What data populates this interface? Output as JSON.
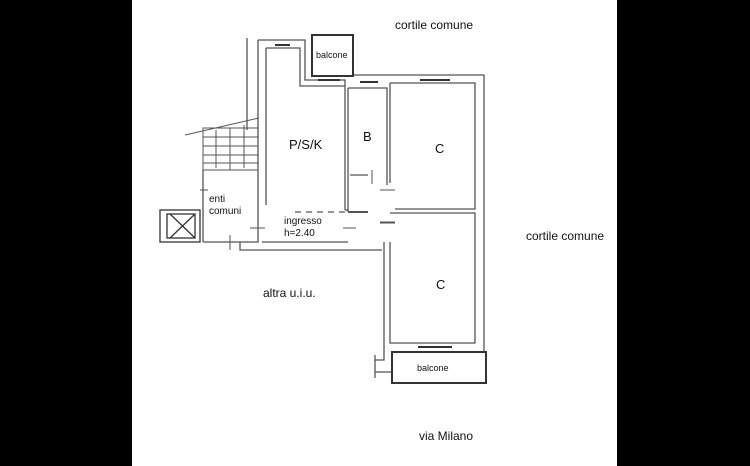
{
  "labels": {
    "cortile_top": "cortile comune",
    "cortile_right": "cortile comune",
    "via": "via Milano",
    "altra": "altra u.i.u.",
    "balcone_top": "balcone",
    "balcone_bottom": "balcone",
    "psk": "P/S/K",
    "bagno": "B",
    "camera_1": "C",
    "camera_2": "C",
    "enti": "enti",
    "comuni": "comuni",
    "ingresso": "ingresso",
    "altezza": "h=2.40"
  }
}
